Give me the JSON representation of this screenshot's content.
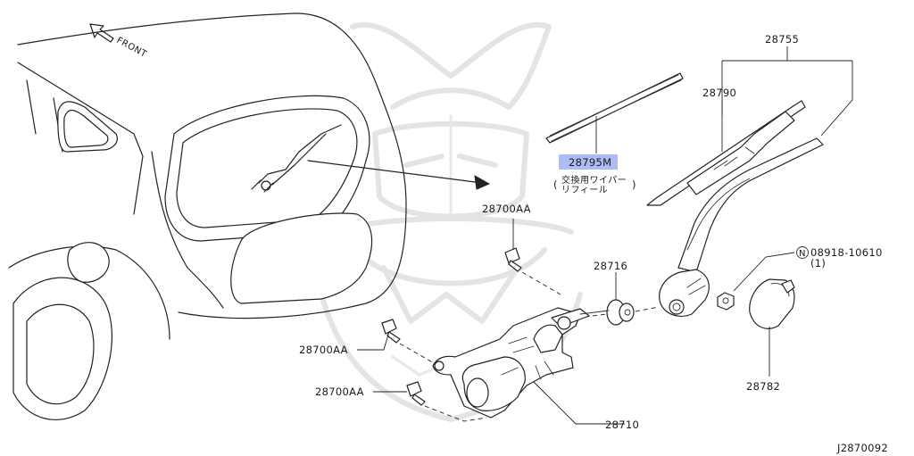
{
  "front_label": "FRONT",
  "parts": {
    "p28755": "28755",
    "p28790": "28790",
    "p28795M": "28795M",
    "p28795M_note_line1": "交換用ワイパー",
    "p28795M_note_line2": "リフィール",
    "p28700AA_top": "28700AA",
    "p28716": "28716",
    "p08918_10610": "08918-10610",
    "p08918_qty": "(1)",
    "p08918_prefix": "N",
    "p28700AA_mid": "28700AA",
    "p28700AA_low": "28700AA",
    "p28710": "28710",
    "p28782": "28782"
  },
  "highlight_color": "#aebcf3",
  "diagram_id": "J2870092"
}
